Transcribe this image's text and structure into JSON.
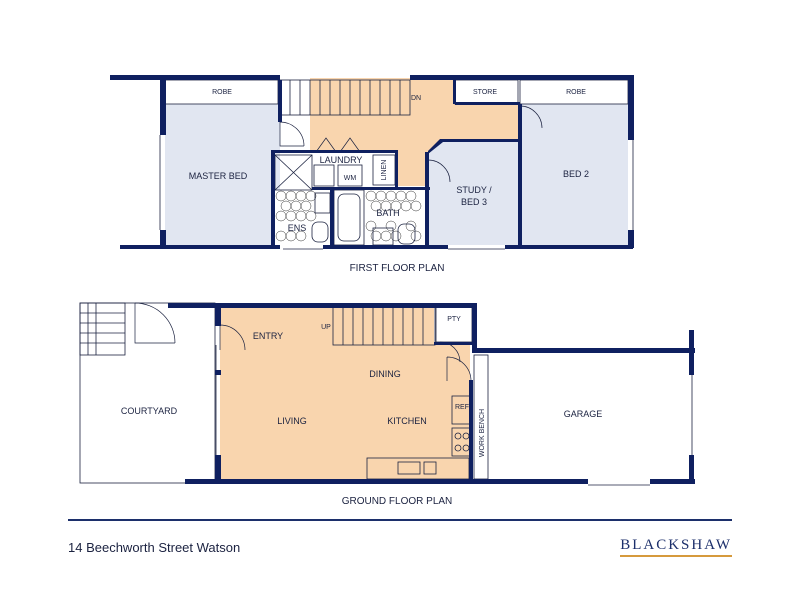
{
  "first_floor": {
    "title": "FIRST FLOOR PLAN",
    "rooms": {
      "robe_left": "ROBE",
      "dn": "DN",
      "store": "STORE",
      "robe_right": "ROBE",
      "master_bed": "MASTER BED",
      "laundry": "LAUNDRY",
      "wm": "WM",
      "linen": "LINEN",
      "bath": "BATH",
      "ens": "ENS",
      "study_line1": "STUDY /",
      "study_line2": "BED 3",
      "bed2": "BED 2"
    }
  },
  "ground_floor": {
    "title": "GROUND FLOOR PLAN",
    "rooms": {
      "entry": "ENTRY",
      "up": "UP",
      "pty": "PTY",
      "dining": "DINING",
      "courtyard": "COURTYARD",
      "living": "LIVING",
      "kitchen": "KITCHEN",
      "ref": "REF",
      "work_bench": "WORK BENCH",
      "garage": "GARAGE"
    }
  },
  "footer": {
    "address": "14 Beechworth Street Watson",
    "brand": "BLACKSHAW"
  },
  "colors": {
    "wall": "#0f2060",
    "bedroom_fill": "#e1e6f1",
    "living_fill": "#f9d5ae",
    "brand_blue": "#1c2f6b",
    "brand_gold": "#d69a3c"
  }
}
